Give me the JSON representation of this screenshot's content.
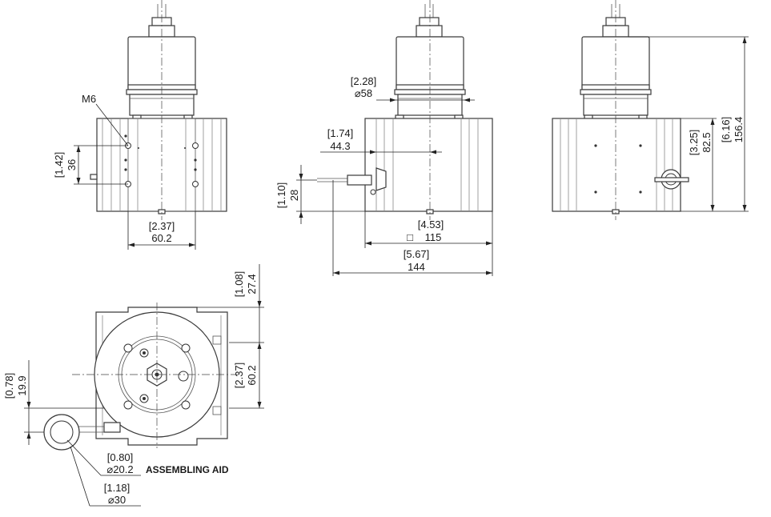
{
  "front_view": {
    "thread_label": "M6",
    "dim_hole_spacing_in": "[1.42]",
    "dim_hole_spacing_mm": "36",
    "dim_width_in": "[2.37]",
    "dim_width_mm": "60.2"
  },
  "side_view": {
    "dim_motor_dia_in": "[2.28]",
    "dim_motor_dia_mm": "⌀58",
    "dim_cable_pos_in": "[1.74]",
    "dim_cable_pos_mm": "44.3",
    "dim_cable_height_in": "[1.10]",
    "dim_cable_height_mm": "28",
    "dim_body_len_in": "[4.53]",
    "dim_body_len_mm": "115",
    "dim_body_len_symbol": "□",
    "dim_total_len_in": "[5.67]",
    "dim_total_len_mm": "144"
  },
  "rear_view": {
    "dim_body_height_in": "[3.25]",
    "dim_body_height_mm": "82.5",
    "dim_total_height_in": "[6.16]",
    "dim_total_height_mm": "156.4"
  },
  "top_view": {
    "dim_offset_in": "[1.08]",
    "dim_offset_mm": "27.4",
    "dim_mount_in": "[2.37]",
    "dim_mount_mm": "60.2",
    "dim_eyelet_offset_in": "[0.78]",
    "dim_eyelet_offset_mm": "19.9",
    "dim_eyelet_inner_in": "[0.80]",
    "dim_eyelet_inner_mm": "⌀20.2",
    "assembling_aid_label": "ASSEMBLING AID",
    "dim_eyelet_outer_in": "[1.18]",
    "dim_eyelet_outer_mm": "⌀30"
  }
}
